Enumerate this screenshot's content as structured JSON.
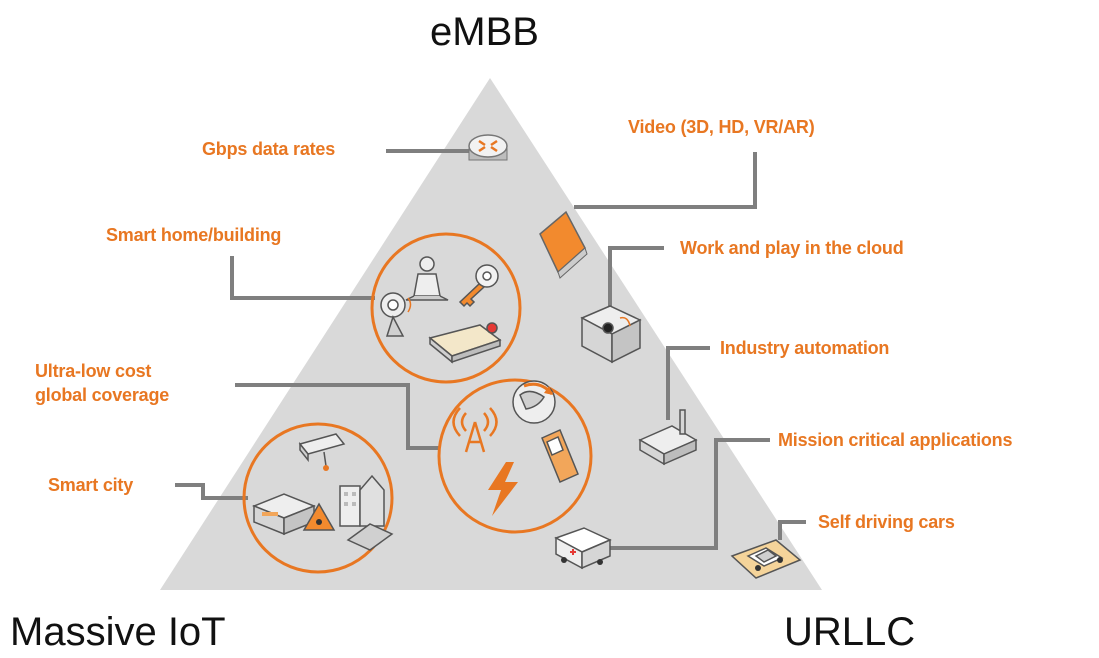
{
  "corners": {
    "top": "eMBB",
    "bottom_left": "Massive IoT",
    "bottom_right": "URLLC"
  },
  "labels": {
    "gbps": "Gbps data rates",
    "video": "Video (3D, HD, VR/AR)",
    "smart_home": "Smart home/building",
    "work_play": "Work and play in the cloud",
    "industry": "Industry automation",
    "ultra_low_1": "Ultra-low cost",
    "ultra_low_2": "global coverage",
    "mission": "Mission critical applications",
    "smart_city": "Smart city",
    "self_driving": "Self driving cars"
  },
  "colors": {
    "accent": "#e87722",
    "connector": "#7f7f7f",
    "triangle": "#d9d9d9",
    "text": "#111111"
  },
  "icons": [
    "router-icon",
    "monitor-icon",
    "person-icon",
    "key-icon",
    "camera-icon",
    "smart-building-icon",
    "office-cubicle-icon",
    "factory-icon",
    "antenna-icon",
    "globe-icon",
    "phone-icon",
    "lightning-icon",
    "cctv-icon",
    "city-buildings-icon",
    "warning-sign-icon",
    "ambulance-icon",
    "car-icon"
  ]
}
